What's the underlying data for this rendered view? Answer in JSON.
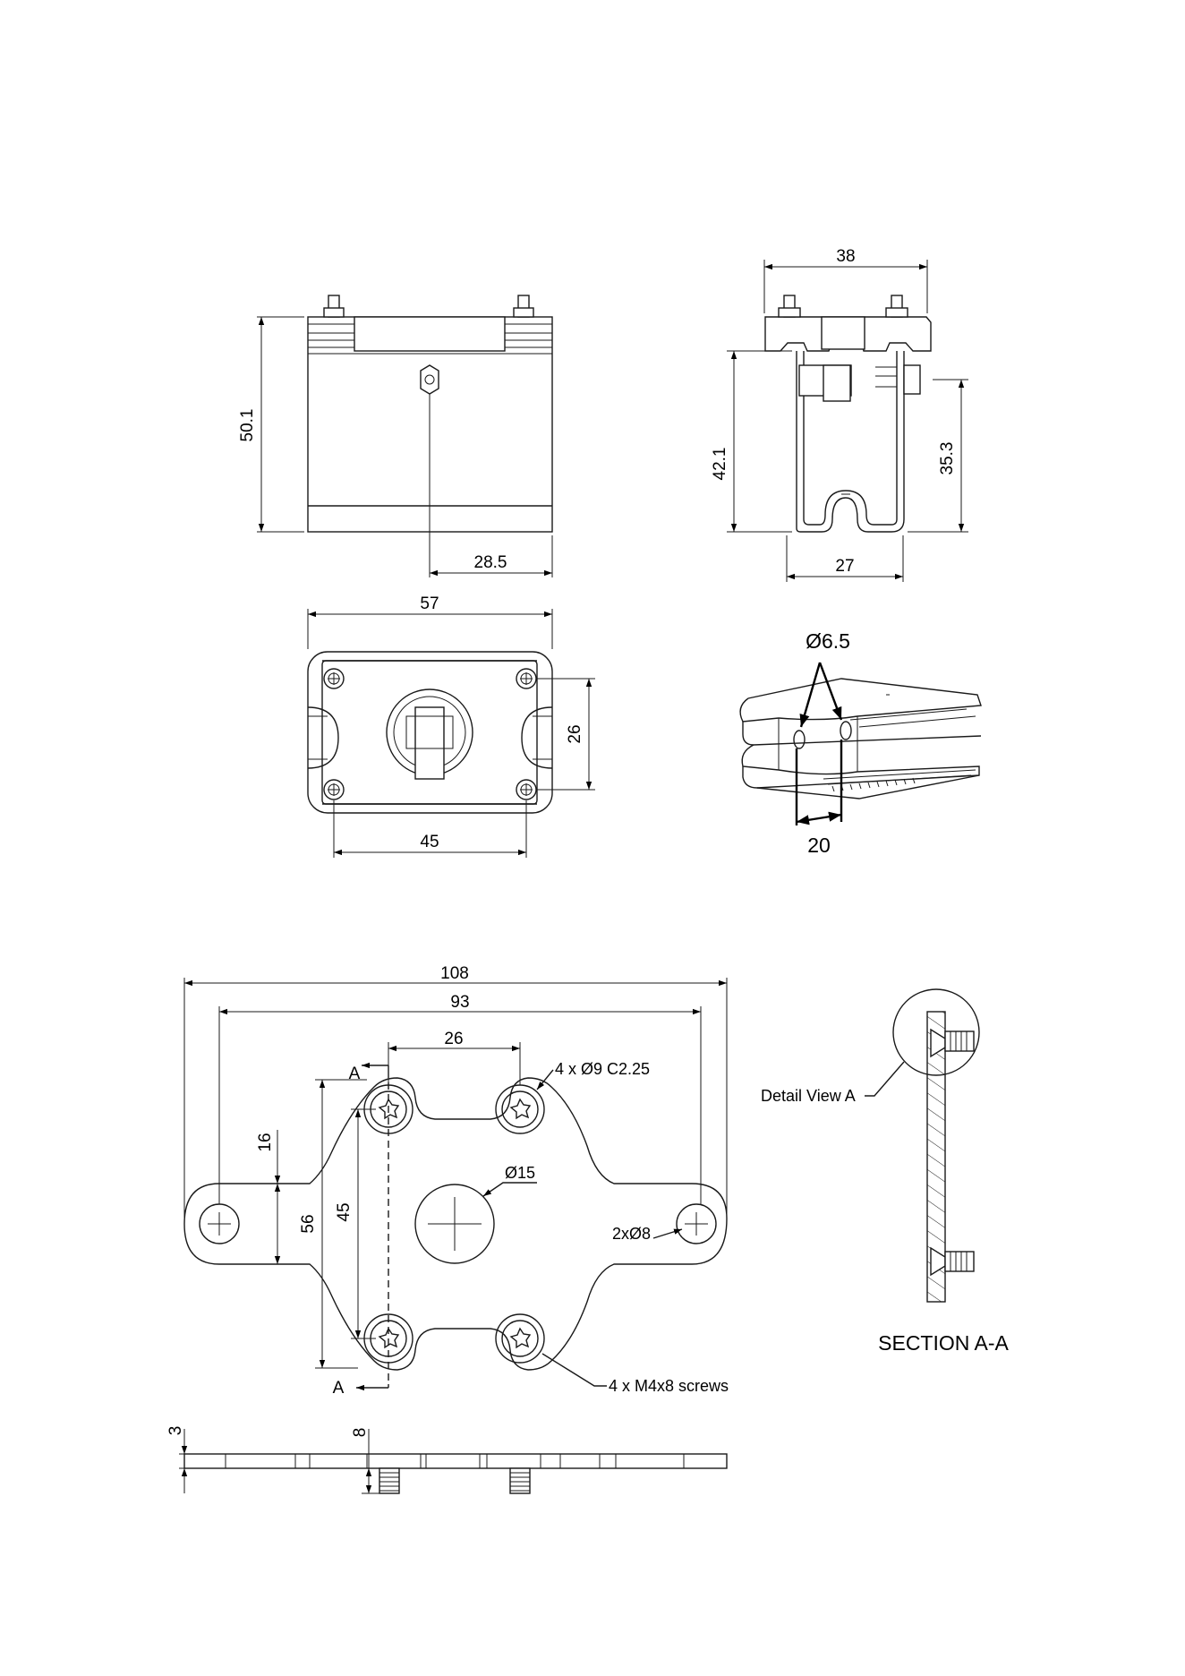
{
  "views": {
    "front": {
      "height": "50.1",
      "offset": "28.5"
    },
    "side": {
      "width_top": "38",
      "height_left": "42.1",
      "height_right": "35.3",
      "width_bottom": "27"
    },
    "top": {
      "width": "57",
      "hole_pitch_v": "26",
      "hole_pitch_h": "45"
    },
    "iso": {
      "hole_dia": "Ø6.5",
      "spacing": "20"
    },
    "plate": {
      "overall_width": "108",
      "hole_span": "93",
      "screw_pitch_h": "26",
      "screw_holes": "4 x Ø9 C2.25",
      "center_hole": "Ø15",
      "mount_holes": "2xØ8",
      "ear_height": "16",
      "height": "56",
      "screw_pitch_v": "45",
      "screws": "4 x M4x8 screws",
      "section_marker_top": "A",
      "section_marker_bottom": "A",
      "thickness": "3",
      "screw_length": "8"
    },
    "section": {
      "detail_label": "Detail View A",
      "title": "SECTION  A-A"
    }
  }
}
